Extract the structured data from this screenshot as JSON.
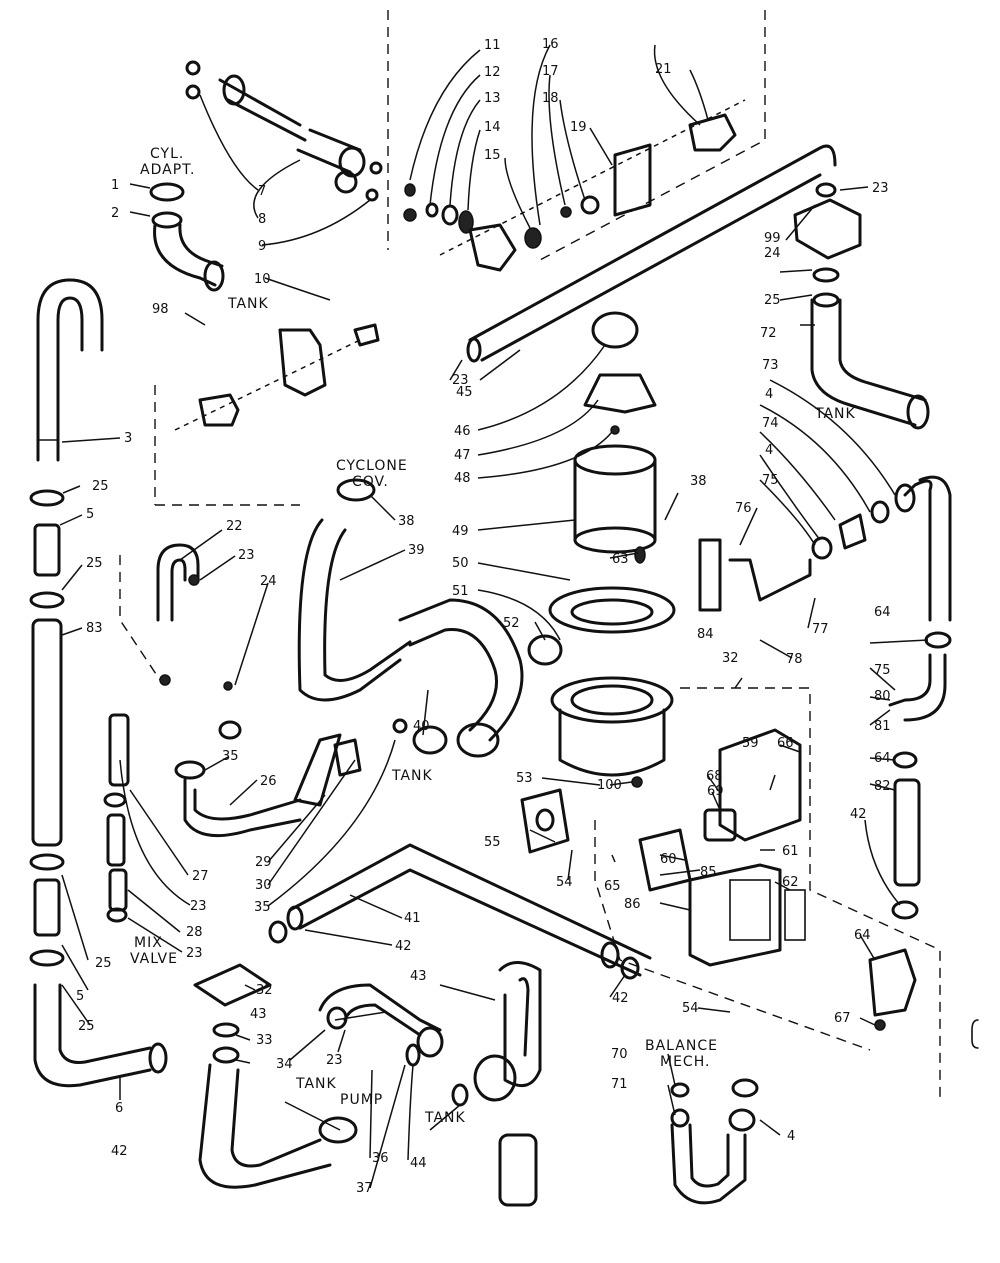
{
  "labels": {
    "cyl_adapt_1": "CYL.",
    "cyl_adapt_2": "ADAPT.",
    "cyclone_1": "CYCLONE",
    "cyclone_2": "COV.",
    "balance_1": "BALANCE",
    "balance_2": "MECH.",
    "mix_1": "MIX",
    "mix_2": "VALVE",
    "pump": "PUMP",
    "tank": "TANK"
  },
  "callouts": [
    "1",
    "2",
    "3",
    "4",
    "5",
    "6",
    "7",
    "8",
    "9",
    "10",
    "11",
    "12",
    "13",
    "14",
    "15",
    "16",
    "17",
    "18",
    "19",
    "21",
    "22",
    "23",
    "24",
    "25",
    "26",
    "27",
    "28",
    "29",
    "30",
    "32",
    "33",
    "34",
    "35",
    "36",
    "37",
    "38",
    "39",
    "40",
    "41",
    "42",
    "43",
    "44",
    "45",
    "46",
    "47",
    "48",
    "49",
    "50",
    "51",
    "52",
    "53",
    "54",
    "55",
    "59",
    "60",
    "61",
    "62",
    "63",
    "64",
    "65",
    "66",
    "67",
    "68",
    "69",
    "70",
    "71",
    "72",
    "73",
    "74",
    "75",
    "76",
    "77",
    "78",
    "80",
    "81",
    "82",
    "83",
    "84",
    "85",
    "86",
    "98",
    "99",
    "100"
  ]
}
